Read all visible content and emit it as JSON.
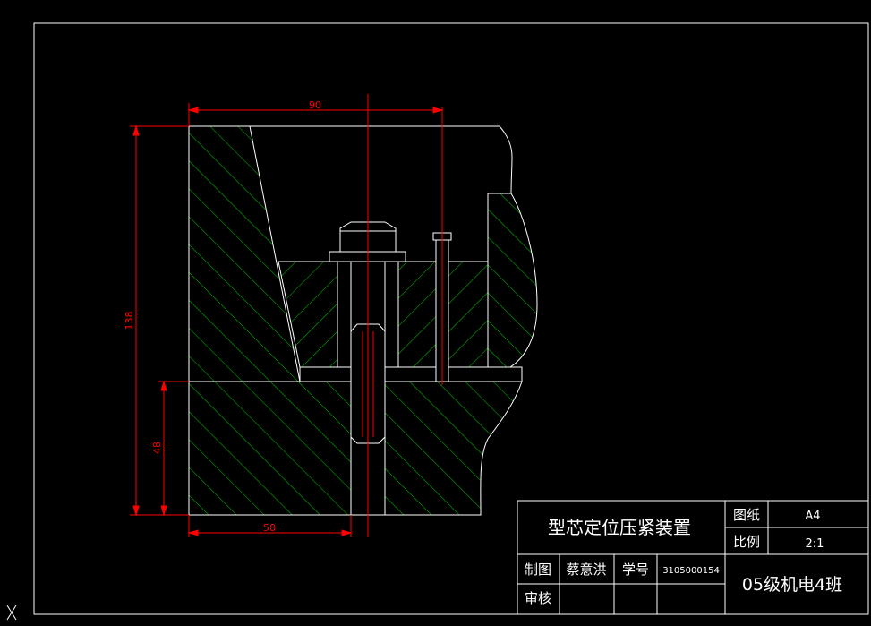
{
  "dimensions": {
    "width_label": "90",
    "height_label": "138",
    "lower_height_label": "48",
    "bottom_width_label": "58"
  },
  "title_block": {
    "title": "型芯定位压紧装置",
    "sheet_label": "图纸",
    "sheet_value": "A4",
    "scale_label": "比例",
    "scale_value": "2:1",
    "drawn_label": "制图",
    "drawn_name": "蔡意洪",
    "id_label": "学号",
    "id_value": "3105000154",
    "check_label": "审核",
    "class_name": "05级机电4班"
  },
  "colors": {
    "outline": "#ffffff",
    "dimension": "#ff0000",
    "hatch": "#00ff00",
    "background": "#000000"
  },
  "icons": {
    "corner_marker": "x-axis-icon"
  }
}
